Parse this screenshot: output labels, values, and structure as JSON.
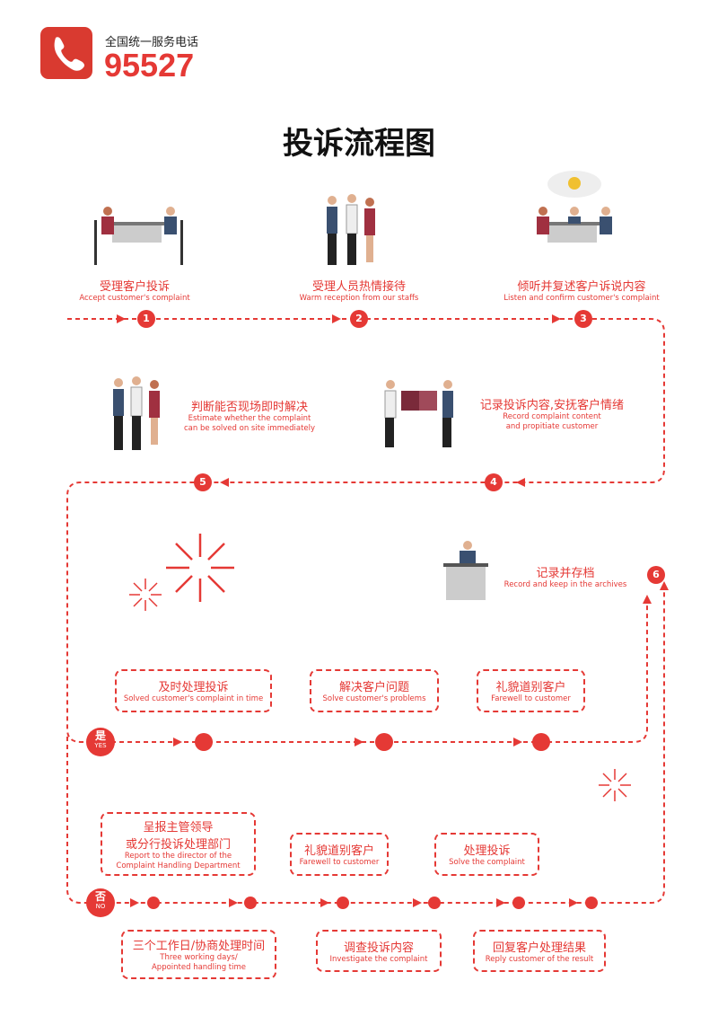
{
  "header": {
    "hotline_label": "全国统一服务电话",
    "hotline_number": "95527",
    "icon": "phone-icon"
  },
  "title": "投诉流程图",
  "steps": [
    {
      "num": "1",
      "cn": "受理客户投诉",
      "en": "Accept customer's complaint"
    },
    {
      "num": "2",
      "cn": "受理人员热情接待",
      "en": "Warm reception from our staffs"
    },
    {
      "num": "3",
      "cn": "倾听并复述客户诉说内容",
      "en": "Listen and confirm customer's complaint"
    },
    {
      "num": "4",
      "cn": "记录投诉内容,安抚客户情绪",
      "en1": "Record complaint content",
      "en2": "and propitiate customer"
    },
    {
      "num": "5",
      "cn": "判断能否现场即时解决",
      "en1": "Estimate whether the complaint",
      "en2": "can be solved on site immediately"
    },
    {
      "num": "6",
      "cn": "记录并存档",
      "en": "Record and keep in the archives"
    }
  ],
  "yes": {
    "cn": "是",
    "en": "YES",
    "boxes": [
      {
        "cn": "及时处理投诉",
        "en": "Solved customer's complaint in time"
      },
      {
        "cn": "解决客户问题",
        "en": "Solve customer's problems"
      },
      {
        "cn": "礼貌道别客户",
        "en": "Farewell to customer"
      }
    ]
  },
  "no": {
    "cn": "否",
    "en": "NO",
    "top_boxes": [
      {
        "cn1": "呈报主管领导",
        "cn2": "或分行投诉处理部门",
        "en1": "Report to the director of the",
        "en2": "Complaint Handling Department"
      },
      {
        "cn": "礼貌道别客户",
        "en": "Farewell to customer"
      },
      {
        "cn": "处理投诉",
        "en": "Solve the complaint"
      }
    ],
    "bottom_boxes": [
      {
        "cn": "三个工作日/协商处理时间",
        "en1": "Three working days/",
        "en2": "Appointed handling time"
      },
      {
        "cn": "调查投诉内容",
        "en": "Investigate the complaint"
      },
      {
        "cn": "回复客户处理结果",
        "en": "Reply customer of the result"
      }
    ]
  },
  "colors": {
    "accent": "#e53935",
    "logo": "#d93a30"
  }
}
